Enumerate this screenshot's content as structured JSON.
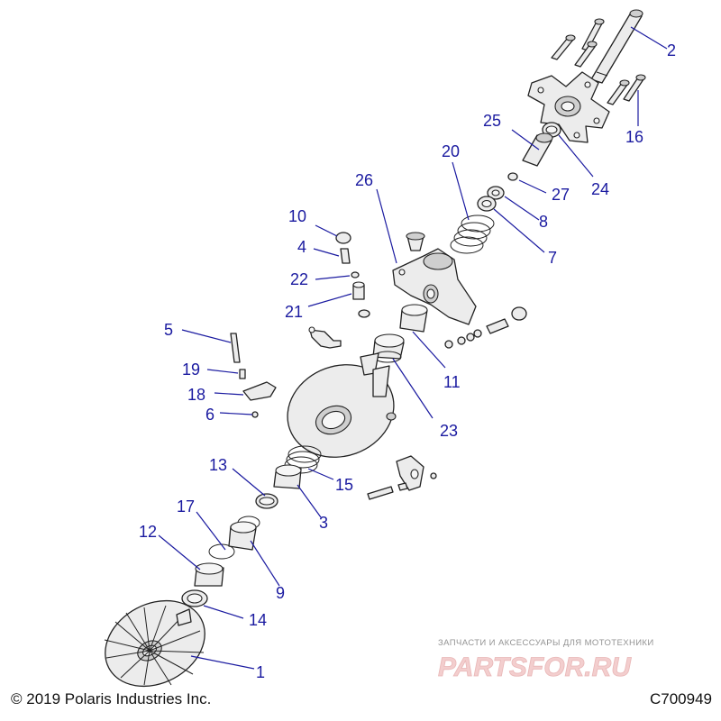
{
  "diagram": {
    "callouts": [
      {
        "id": "c1",
        "label": "1"
      },
      {
        "id": "c2",
        "label": "2"
      },
      {
        "id": "c3",
        "label": "3"
      },
      {
        "id": "c4",
        "label": "4"
      },
      {
        "id": "c5",
        "label": "5"
      },
      {
        "id": "c6",
        "label": "6"
      },
      {
        "id": "c7",
        "label": "7"
      },
      {
        "id": "c8",
        "label": "8"
      },
      {
        "id": "c9",
        "label": "9"
      },
      {
        "id": "c10",
        "label": "10"
      },
      {
        "id": "c11",
        "label": "11"
      },
      {
        "id": "c12",
        "label": "12"
      },
      {
        "id": "c13",
        "label": "13"
      },
      {
        "id": "c14",
        "label": "14"
      },
      {
        "id": "c15",
        "label": "15"
      },
      {
        "id": "c16",
        "label": "16"
      },
      {
        "id": "c17",
        "label": "17"
      },
      {
        "id": "c18",
        "label": "18"
      },
      {
        "id": "c19",
        "label": "19"
      },
      {
        "id": "c20",
        "label": "20"
      },
      {
        "id": "c21",
        "label": "21"
      },
      {
        "id": "c22",
        "label": "22"
      },
      {
        "id": "c23",
        "label": "23"
      },
      {
        "id": "c24",
        "label": "24"
      },
      {
        "id": "c25",
        "label": "25"
      },
      {
        "id": "c26",
        "label": "26"
      },
      {
        "id": "c27",
        "label": "27"
      }
    ]
  },
  "footer": {
    "copyright": "© 2019 Polaris Industries Inc.",
    "code": "C700949"
  },
  "watermark": {
    "tagline": "ЗАПЧАСТИ И АКСЕССУАРЫ ДЛЯ МОТОТЕХНИКИ",
    "logo_text": "PARTSFOR.RU"
  },
  "colors": {
    "callout": "#1a1aa0",
    "watermark": "#e7b0b0"
  }
}
